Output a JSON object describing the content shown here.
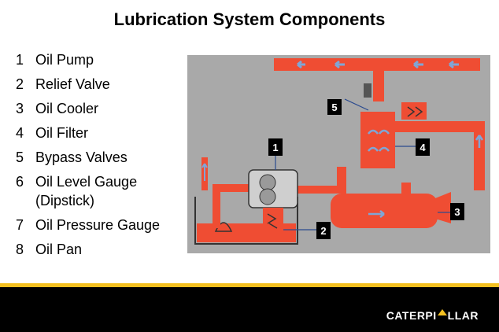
{
  "title": "Lubrication System Components",
  "components": [
    {
      "num": "1",
      "label": "Oil Pump"
    },
    {
      "num": "2",
      "label": "Relief Valve"
    },
    {
      "num": "3",
      "label": "Oil Cooler"
    },
    {
      "num": "4",
      "label": "Oil Filter"
    },
    {
      "num": "5",
      "label": "Bypass Valves"
    },
    {
      "num": "6",
      "label": "Oil Level Gauge (Dipstick)"
    },
    {
      "num": "7",
      "label": "Oil Pressure Gauge"
    },
    {
      "num": "8",
      "label": "Oil Pan"
    }
  ],
  "diagram_tags": [
    "1",
    "2",
    "3",
    "4",
    "5"
  ],
  "logo": {
    "text_a": "CATERPI",
    "text_b": "LLAR"
  },
  "colors": {
    "oil": "#ef4d33",
    "panel": "#a9a9a9",
    "pipe_blue": "#7fa6d6",
    "accent": "#f4c020"
  }
}
